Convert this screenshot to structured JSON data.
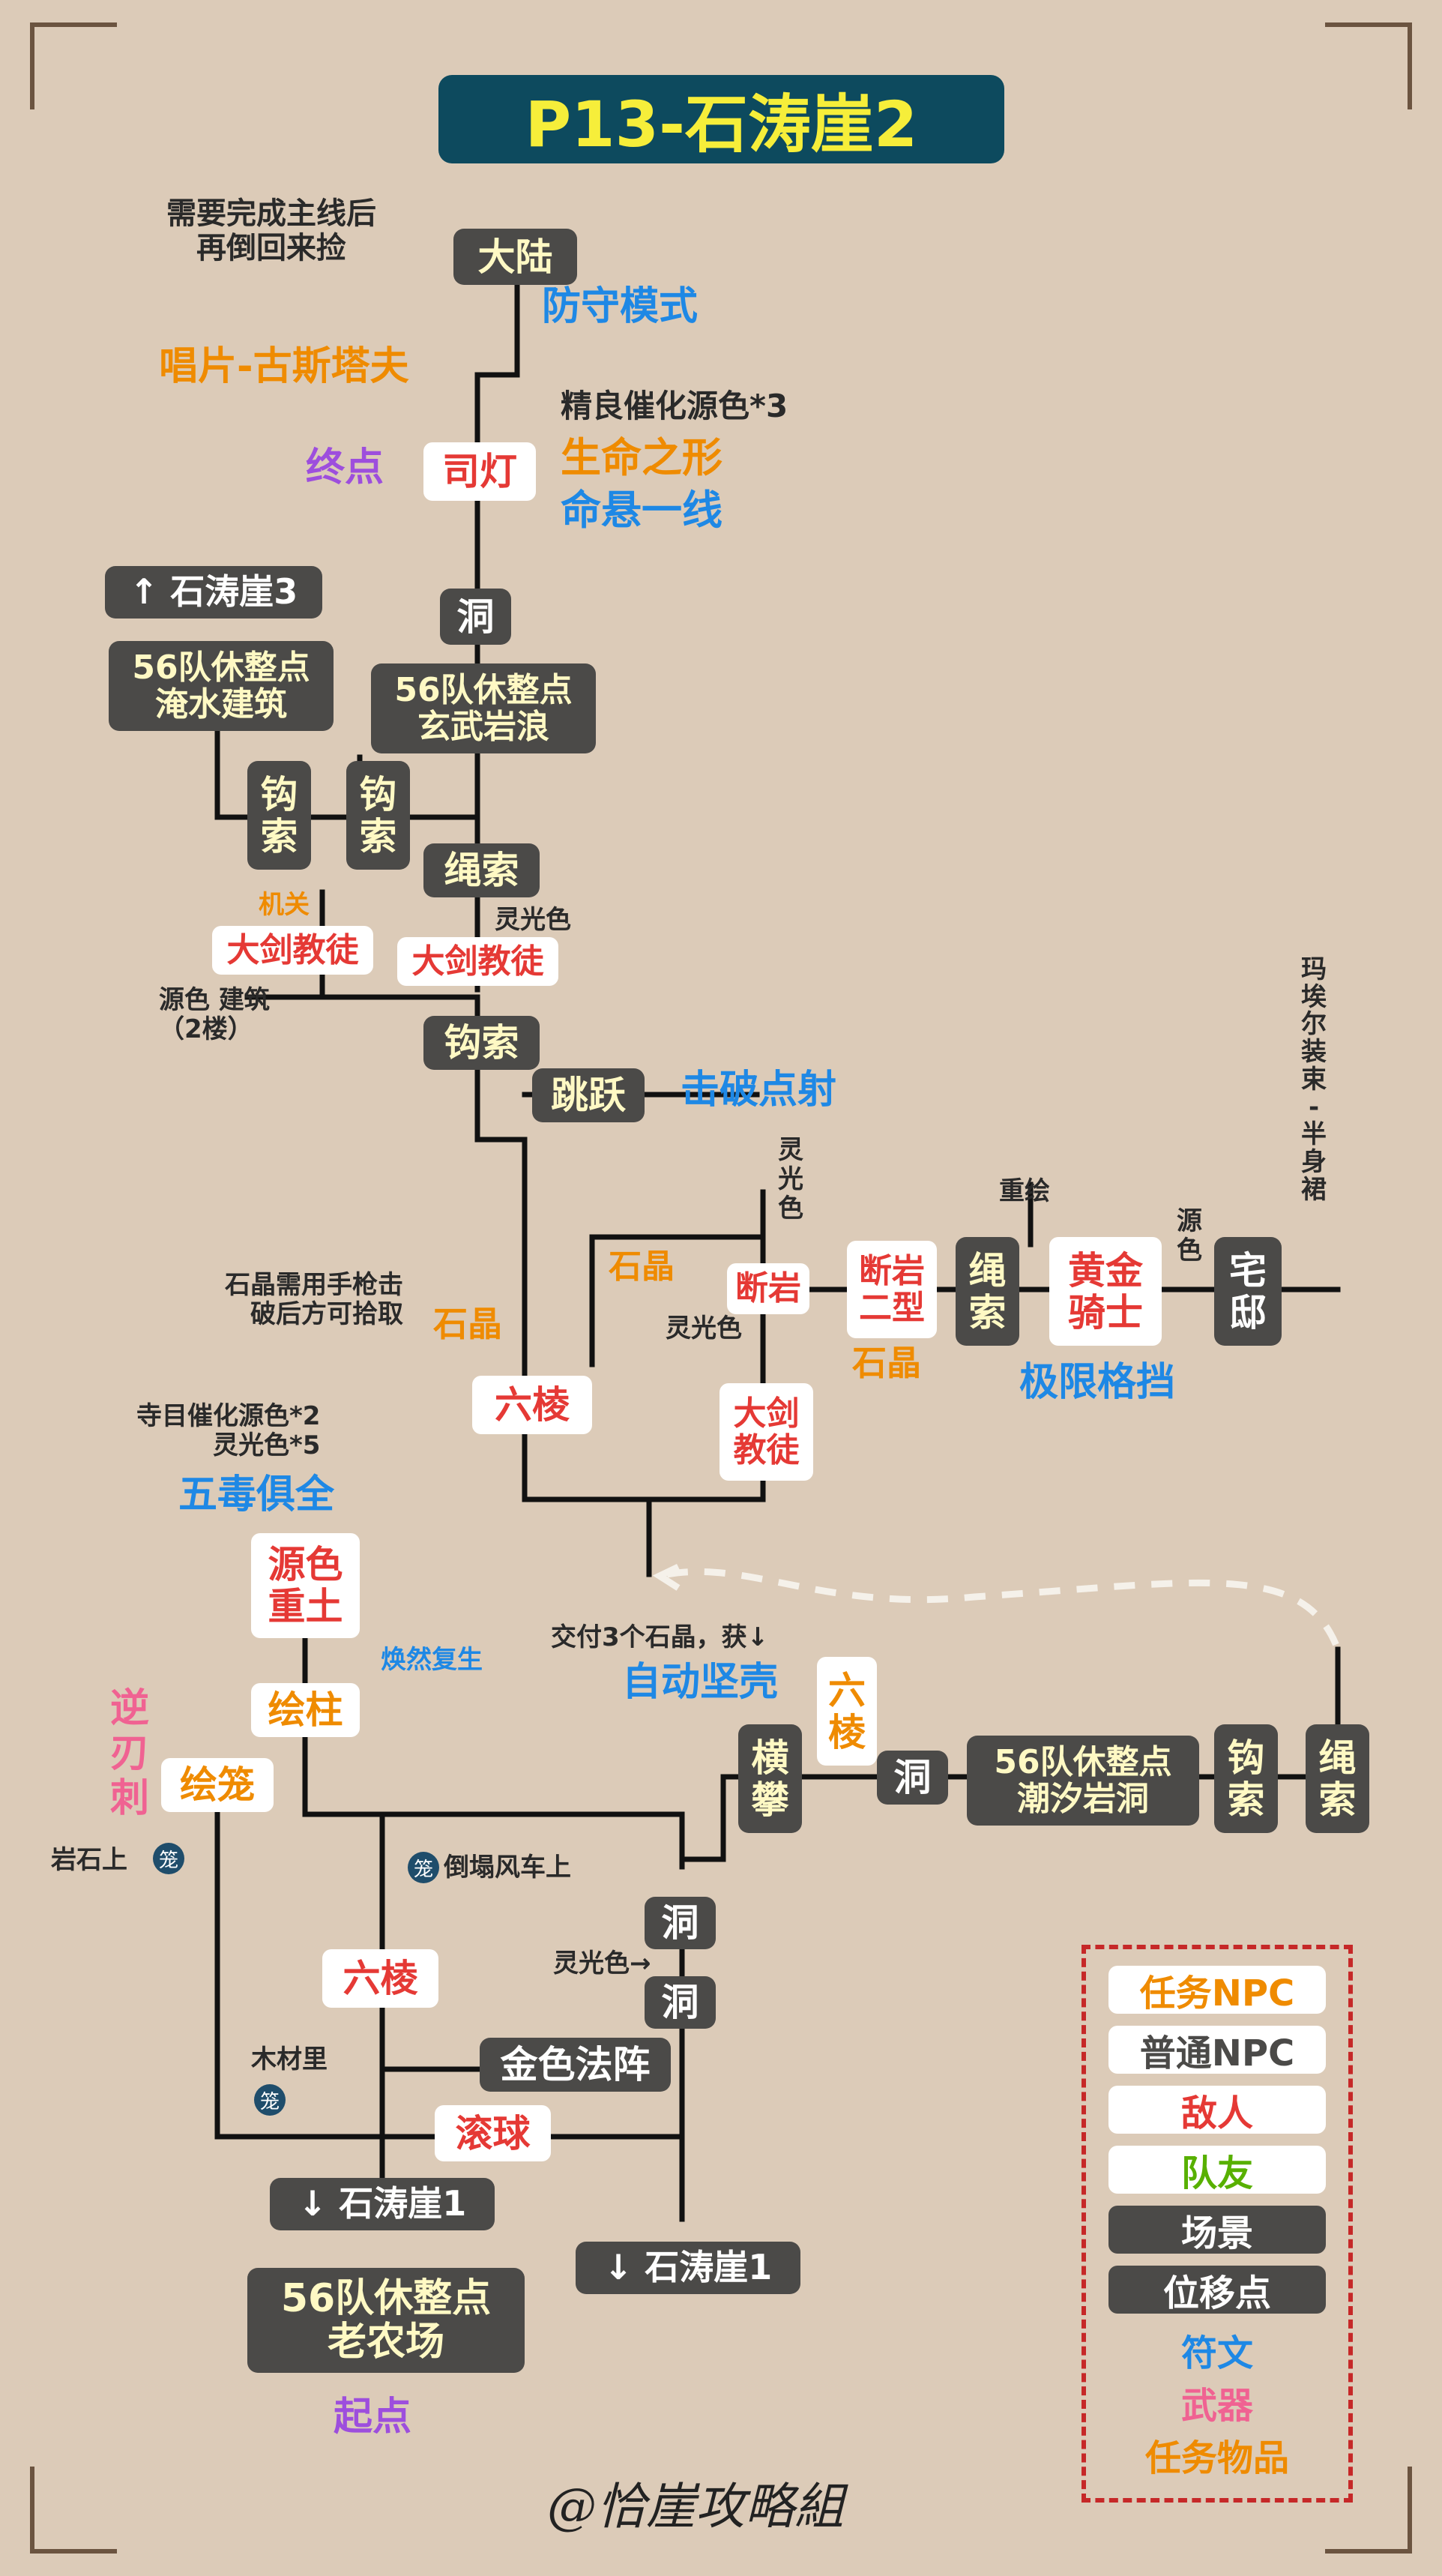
{
  "title": "P13-石涛崖2",
  "signature": "@恰崖攻略組",
  "nodes": {
    "dalu": "大陆",
    "sideng": "司灯",
    "dong_top": "洞",
    "rest_xuanwu": "56队休整点\n玄武岩浪",
    "up_stc3": "↑ 石涛崖3",
    "rest_yanshui": "56队休整点\n淹水建筑",
    "gousuo_a": "钩\n索",
    "gousuo_b": "钩\n索",
    "shengsuo_a": "绳索",
    "dajian_a": "大剑教徒",
    "dajian_b": "大剑教徒",
    "gousuo_c": "钩索",
    "tiaoyue": "跳跃",
    "duanyan": "断岩",
    "duanyan2": "断岩\n二型",
    "shengsuo_b": "绳\n索",
    "huangjin": "黄金\n骑士",
    "zhaidi": "宅\n邸",
    "liuleng_a": "六棱",
    "dajian_c": "大剑\n教徒",
    "yuanse_chongtu": "源色\n重土",
    "huizhu": "绘柱",
    "huilong": "绘笼",
    "liuleng_b": "六\n棱",
    "hengpan": "横\n攀",
    "dong_mid": "洞",
    "rest_chaoxi": "56队休整点\n潮汐岩洞",
    "gousuo_d": "钩\n索",
    "shengsuo_c": "绳\n索",
    "dong_a": "洞",
    "dong_b": "洞",
    "liuleng_c": "六棱",
    "jinse": "金色法阵",
    "gunqiu": "滚球",
    "down_stc1_a": "↓ 石涛崖1",
    "down_stc1_b": "↓ 石涛崖1",
    "rest_laonong": "56队休整点\n老农场"
  },
  "labels": {
    "need_main": "需要完成主线后\n再倒回来捡",
    "fangshou": "防守模式",
    "changpian": "唱片-古斯塔夫",
    "jingliang": "精良催化源色*3",
    "shengming": "生命之形",
    "minggua": "命悬一线",
    "zhongdian": "终点",
    "jiguan": "机关",
    "lingguang_a": "灵光色",
    "yuanse_jianzhu": "源色  建筑\n（2楼）",
    "jipo": "击破点射",
    "lingguang_v": "灵\n光\n色",
    "chonghui": "重绘",
    "yuanse_v": "源\n色",
    "mayier": "玛\n埃\n尔\n装\n束\n-\n半\n身\n裙",
    "shijing_a": "石晶",
    "shijing_note": "石晶需用手枪击\n破后方可拾取",
    "shijing_b": "石晶",
    "lingguang_b": "灵光色",
    "shijing_c": "石晶",
    "jixian": "极限格挡",
    "simu": "寺目催化源色*2\n灵光色*5",
    "wudu": "五毒俱全",
    "huanran": "焕然复生",
    "jiaofu": "交付3个石晶，获↓",
    "zidong": "自动坚壳",
    "nirenci": "逆\n刃\n刺",
    "yanshi": "岩石上",
    "dafengche": "倒塌风车上",
    "lingguang_c": "灵光色→",
    "mucai": "木材里",
    "qidian": "起点"
  },
  "badge_glyph": "笼",
  "legend": {
    "quest_npc": "任务NPC",
    "normal_npc": "普通NPC",
    "enemy": "敌人",
    "ally": "队友",
    "scene": "场景",
    "move_point": "位移点",
    "rune": "符文",
    "weapon": "武器",
    "quest_item": "任务物品"
  },
  "colors": {
    "background": "#dccbb8",
    "title_bg": "#0d4a5e",
    "title_text": "#f6ee3a",
    "scene_bg": "#4b4a48",
    "enemy": "#e53935",
    "quest": "#ef8b00",
    "ally": "#58b000",
    "rune": "#1e88e5",
    "weapon": "#f06292",
    "endpoint": "#9d4edd",
    "legend_border": "#c62828"
  }
}
